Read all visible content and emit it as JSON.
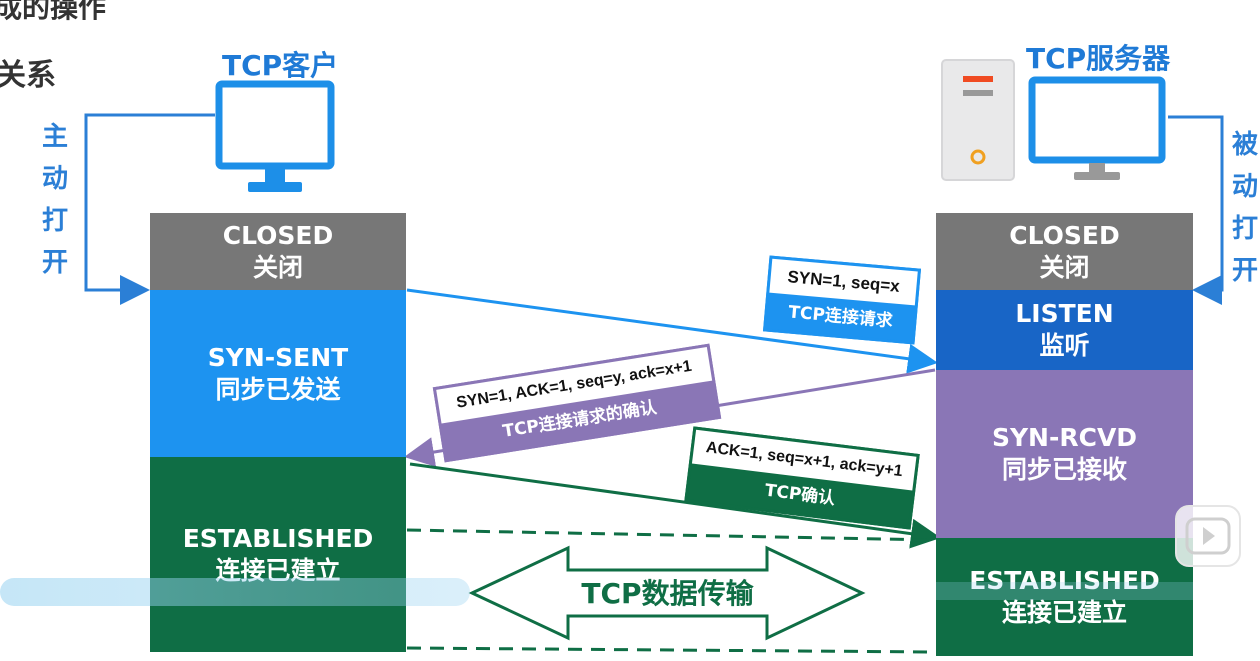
{
  "heading": {
    "top_fragment": "成的操作",
    "side_fragment": "关系"
  },
  "client": {
    "title": "TCP客户",
    "active_open": [
      "主",
      "动",
      "打",
      "开"
    ],
    "states": [
      {
        "en": "CLOSED",
        "zh": "关闭",
        "color": "#777777"
      },
      {
        "en": "SYN-SENT",
        "zh": "同步已发送",
        "color": "#1d93f0"
      },
      {
        "en": "ESTABLISHED",
        "zh": "连接已建立",
        "color": "#0f6e45"
      }
    ]
  },
  "server": {
    "title": "TCP服务器",
    "passive_open": [
      "被",
      "动",
      "打",
      "开"
    ],
    "states": [
      {
        "en": "CLOSED",
        "zh": "关闭",
        "color": "#777777"
      },
      {
        "en": "LISTEN",
        "zh": "监听",
        "color": "#1865c6"
      },
      {
        "en": "SYN-RCVD",
        "zh": "同步已接收",
        "color": "#8a76b6"
      },
      {
        "en": "ESTABLISHED",
        "zh": "连接已建立",
        "color": "#0f6e45"
      }
    ]
  },
  "messages": [
    {
      "fields": "SYN=1, seq=x",
      "label": "TCP连接请求",
      "color": "#1d93f0"
    },
    {
      "fields": "SYN=1,  ACK=1,  seq=y, ack=x+1",
      "label": "TCP连接请求的确认",
      "color": "#8a76b6"
    },
    {
      "fields": "ACK=1,  seq=x+1, ack=y+1",
      "label": "TCP确认",
      "color": "#0f6e45"
    }
  ],
  "transfer": {
    "label": "TCP数据传输"
  },
  "colors": {
    "blue": "#2b7fd6",
    "arrow_blue": "#1d93f0",
    "purple": "#8a76b6",
    "green": "#0f6e45"
  }
}
